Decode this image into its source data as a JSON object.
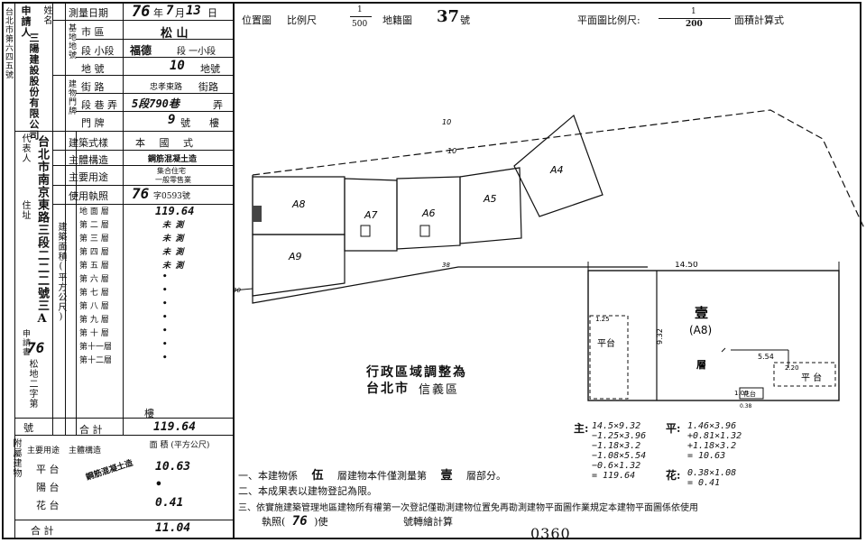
{
  "margin_stamp": "台北市第六四五號",
  "applicant": {
    "label": "申請人",
    "name_label": "姓名",
    "name_value": "三陽建設股份有限公司",
    "person_label": "代表人",
    "addr_label": "住址",
    "addr_value": "台北市南京東路三段二二二號三A",
    "application_label": "申請書",
    "application_year": "76",
    "land_word_label": "松地二字第",
    "number_label": "號"
  },
  "survey_date": {
    "label": "測量日期",
    "year": "76",
    "month": "7",
    "day": "13",
    "suffix_year": "年",
    "suffix_month": "月",
    "suffix_day": "日"
  },
  "base_location": {
    "label": "基地地號",
    "city_district_label": "市 區",
    "city_district_value": "松 山",
    "section_label": "段 小段",
    "section_value": "福德",
    "subsection_label": "段 一小段",
    "lot_label": "地 號",
    "lot_value": "10",
    "lot_suffix": "地號"
  },
  "building_address": {
    "label": "建物門牌",
    "street_label": "街 路",
    "street_value": "忠孝東路",
    "street_suffix": "街路",
    "lane_label": "段 巷 弄",
    "lane_value": "5段790巷",
    "lane_suffix": "弄",
    "number_label": "門 牌",
    "number_value": "9",
    "number_suffix": "號",
    "floor_suffix": "樓"
  },
  "structure": {
    "style_label": "建築式樣",
    "style_value": "本 國 式",
    "main_structure_label": "主體構造",
    "main_structure_value": "鋼筋混凝土造",
    "main_use_label": "主要用途",
    "main_use_value_1": "集合住宅",
    "main_use_value_2": "一般零售業",
    "license_label": "使用執照",
    "license_value": "76",
    "license_suffix": "字0593號"
  },
  "floor_area": {
    "label": "建築面積(平方公尺)",
    "rows": [
      {
        "name": "地 面 層",
        "value": "119.64"
      },
      {
        "name": "第 二 層",
        "value": "未 測"
      },
      {
        "name": "第 三 層",
        "value": "未 測"
      },
      {
        "name": "第 四 層",
        "value": "未 測"
      },
      {
        "name": "第 五 層",
        "value": "未 測"
      },
      {
        "name": "第 六 層",
        "value": "•"
      },
      {
        "name": "第 七 層",
        "value": "•"
      },
      {
        "name": "第 八 層",
        "value": "•"
      },
      {
        "name": "第 九 層",
        "value": "•"
      },
      {
        "name": "第 十 層",
        "value": "•"
      },
      {
        "name": "第十一層",
        "value": "•"
      },
      {
        "name": "第十二層",
        "value": "•"
      }
    ],
    "floor_label": "樓",
    "floor_value": "",
    "total_label": "合 計",
    "total_value": "119.64"
  },
  "annex": {
    "label": "附屬建物",
    "use_label": "主要用途",
    "structure_label": "主體構造",
    "area_label": "面 積 (平方公尺)",
    "structure_value": "鋼筋混凝土造",
    "rows": [
      {
        "name": "平 台",
        "value": "10.63"
      },
      {
        "name": "陽 台",
        "value": "•"
      },
      {
        "name": "花 台",
        "value": "0.41"
      }
    ],
    "total_label": "合 計",
    "total_value": "11.04"
  },
  "location_map": {
    "label": "位置圖",
    "scale_label": "比例尺",
    "scale_num": "1",
    "scale_den": "500",
    "sheet_label": "地籍圖",
    "sheet_no": "37",
    "sheet_suffix": "號",
    "units": [
      "A8",
      "A7",
      "A6",
      "A5",
      "A4",
      "A9"
    ],
    "dims": [
      "10",
      "10",
      "38",
      "30"
    ]
  },
  "floor_plan": {
    "scale_label": "平面圖比例尺:",
    "scale_num": "1",
    "scale_den": "200",
    "calc_label": "面積計算式",
    "unit_label": "(A8)",
    "floor_mark": "壹",
    "floor_mark_suffix": "層",
    "platform_label": "平台",
    "platform_label2": "平 台",
    "flower_label": "花台",
    "dims": [
      "14.50",
      "9.32",
      "1.25",
      "5.54",
      "2.20",
      "1.00",
      "0.38"
    ]
  },
  "calc": {
    "main_label": "主:",
    "main_lines": [
      "14.5×9.32",
      "−1.25×3.96",
      "−1.18×3.2",
      "−1.08×5.54",
      "−0.6×1.32",
      "= 119.64"
    ],
    "platform_label": "平:",
    "platform_lines": [
      "1.46×3.96",
      "+0.81×1.32",
      "+1.18×3.2",
      "= 10.63"
    ],
    "flower_label": "花:",
    "flower_lines": [
      "0.38×1.08",
      "= 0.41"
    ]
  },
  "agency": {
    "line1": "行政區域調整為",
    "line2_prefix": "台北市",
    "line2_value": "信義區"
  },
  "notes": {
    "n1_a": "一、本建物係",
    "n1_b": "伍",
    "n1_c": "層建物本件僅測量第",
    "n1_d": "壹",
    "n1_e": "層部分。",
    "n2": "二、本成果表以建物登記為限。",
    "n3": "三、依實施建築管理地區建物所有權第一次登記僅勘測建物位置免再勘測建物平面圖作業規定本建物平面圖係依使用",
    "n3b_a": "執照(",
    "n3b_b": "76",
    "n3b_c": ")使",
    "n3b_d": "號轉繪計算"
  },
  "footer_number": "0360"
}
